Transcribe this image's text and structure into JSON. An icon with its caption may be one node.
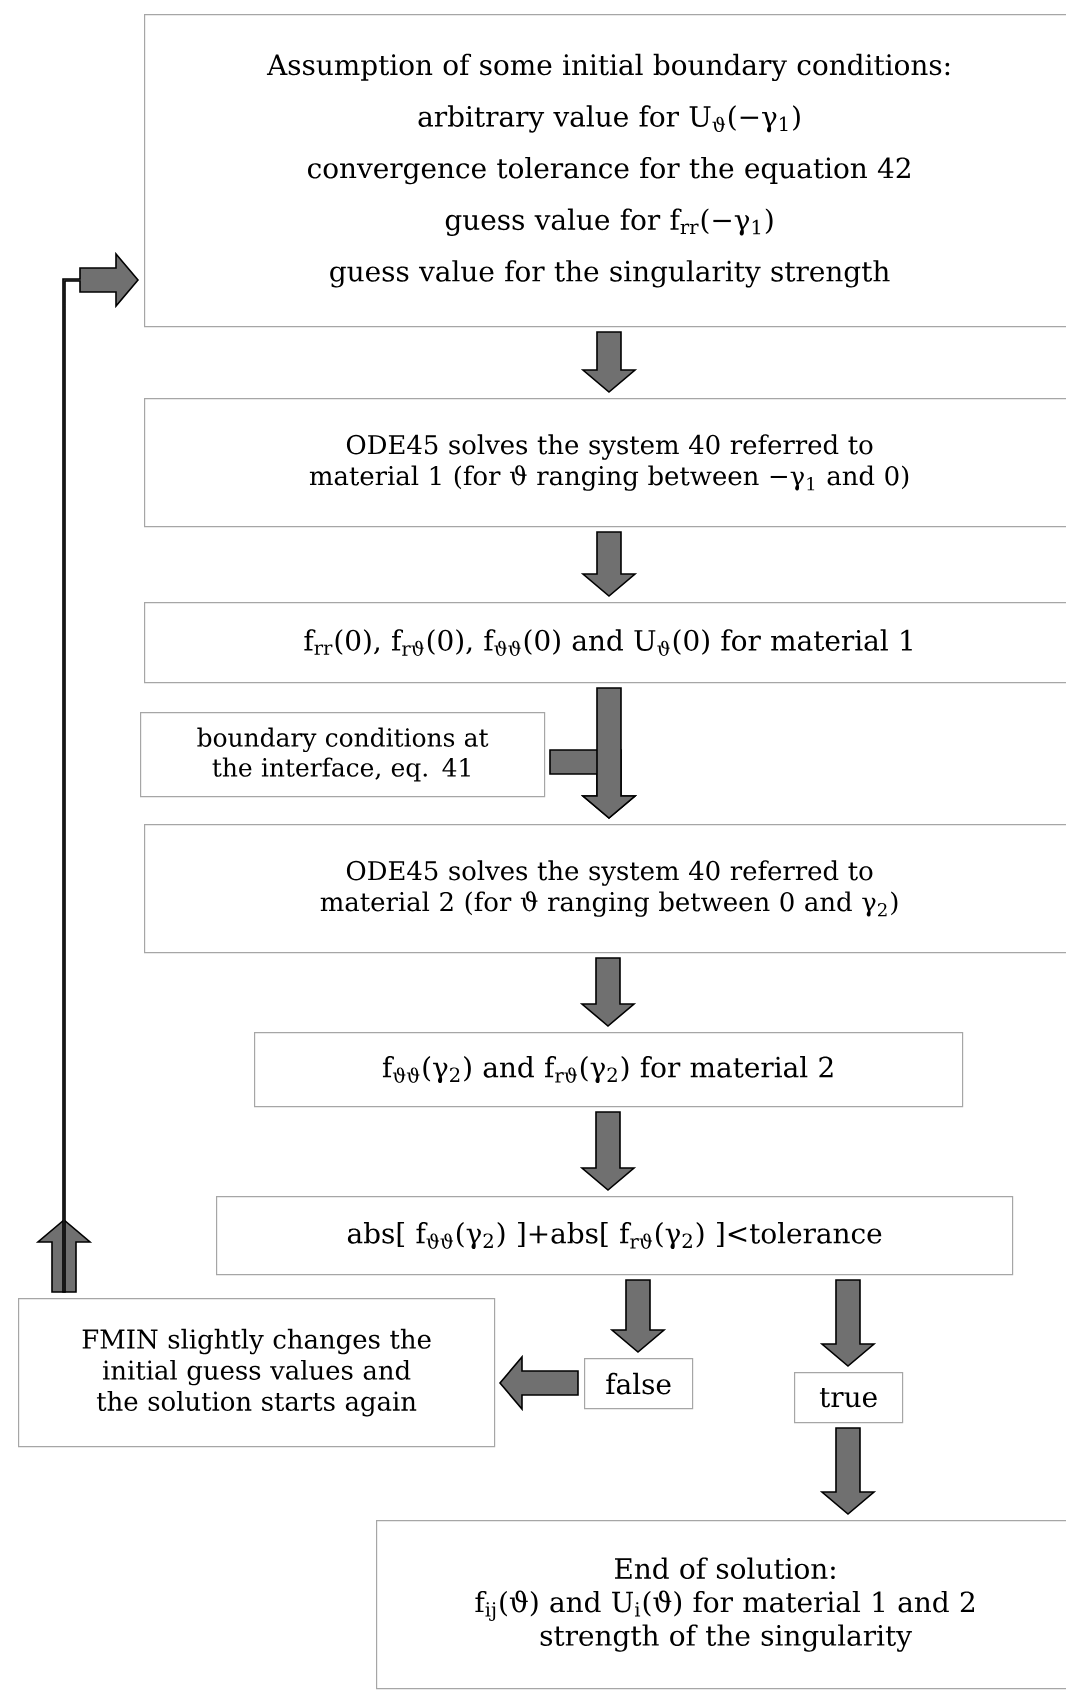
{
  "diagram": {
    "nodes": [
      {
        "text": [
          "Assumption of some initial boundary conditions:",
          "arbitrary value for U$_{ϑ}$(−γ$_{1}$)",
          "convergence tolerance for the equation 42",
          "guess value for f$_{rr}$(−γ$_{1}$)",
          "guess value for the singularity strength"
        ]
      },
      {
        "text": [
          "ODE45 solves the system 40 referred to material 1 (for ϑ ranging between −γ$_{1}$ and 0)"
        ]
      },
      {
        "text": [
          "f$_{rr}$(0), f$_{rϑ}$(0), f$_{ϑϑ}$(0) and U$_{ϑ}$(0) for material 1"
        ]
      },
      {
        "text": [
          "boundary conditions at the interface, eq. 41"
        ]
      },
      {
        "text": [
          "ODE45 solves the system 40 referred to material 2 (for ϑ ranging between 0 and γ$_{2}$)"
        ]
      },
      {
        "text": [
          "f$_{ϑϑ}$(γ$_{2}$) and f$_{rϑ}$(γ$_{2}$) for material 2"
        ]
      },
      {
        "text": [
          "abs[ f$_{ϑϑ}$(γ$_{2}$) ]+abs[ f$_{rϑ}$(γ$_{2}$) ]<tolerance"
        ]
      },
      {
        "text": [
          "false"
        ]
      },
      {
        "text": [
          "FMIN slightly changes the initial guess values and the solution starts again"
        ]
      },
      {
        "text": [
          "true"
        ]
      },
      {
        "text": [
          "End of solution:",
          "f$_{ij}$(ϑ) and U$_{i}$(ϑ) for material 1 and 2",
          "strength of the singularity"
        ]
      }
    ],
    "edges": [
      {
        "from": 0,
        "to": 1,
        "arrow": "to"
      },
      {
        "from": 1,
        "to": 2,
        "arrow": "to"
      },
      {
        "from": 3,
        "to": 4,
        "arrow": "to"
      },
      {
        "from": 2,
        "to": 4,
        "arrow": "to"
      },
      {
        "from": 4,
        "to": 5,
        "arrow": "to"
      },
      {
        "from": 5,
        "to": 6,
        "arrow": "to"
      },
      {
        "from": 6,
        "to": 7,
        "arrow": "to"
      },
      {
        "from": 7,
        "to": 8,
        "arrow": "to"
      },
      {
        "from": 6,
        "to": 9,
        "arrow": "to"
      },
      {
        "from": 9,
        "to": 10,
        "arrow": "to"
      },
      {
        "from": 8,
        "to": 0,
        "arrow": "to"
      }
    ]
  }
}
